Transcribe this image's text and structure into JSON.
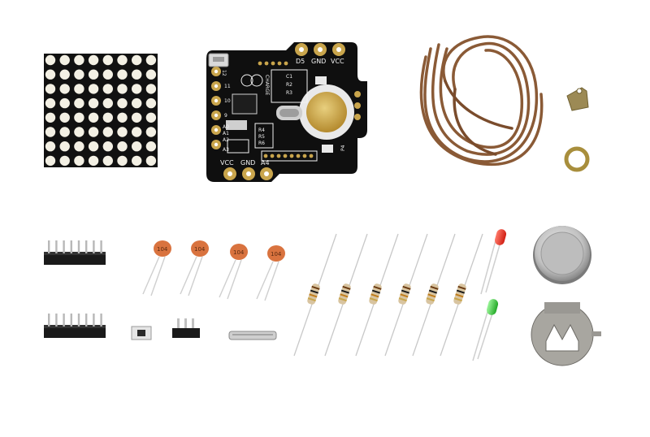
{
  "board": {
    "pads_top": [
      "D5",
      "GND",
      "VCC"
    ],
    "pads_bottom": [
      "VCC",
      "GND",
      "A4"
    ],
    "pads_left": [
      "12",
      "11",
      "10",
      "9",
      "A0",
      "A1",
      "A2",
      "A3"
    ],
    "resistor_labels": [
      "C1",
      "R2",
      "R3",
      "R4",
      "R5",
      "R6"
    ],
    "label_charge": "CHARGE",
    "label_p4": "P4"
  },
  "capacitors": {
    "marking": "104"
  },
  "colors": {
    "pcb": "#101010",
    "silkscreen": "#f2f2f2",
    "gold": "#c9a54c",
    "matrix_body": "#111111",
    "matrix_dot": "#f3f0e4",
    "ceramic_cap": "#d9733f",
    "resistor_body": "#d8c4a0",
    "leather_cord": "#8a5a36",
    "led_red": "#e62a1e",
    "led_green": "#39c43a",
    "coin_cell": "#c9c9c9",
    "metal": "#a8a6a0"
  }
}
